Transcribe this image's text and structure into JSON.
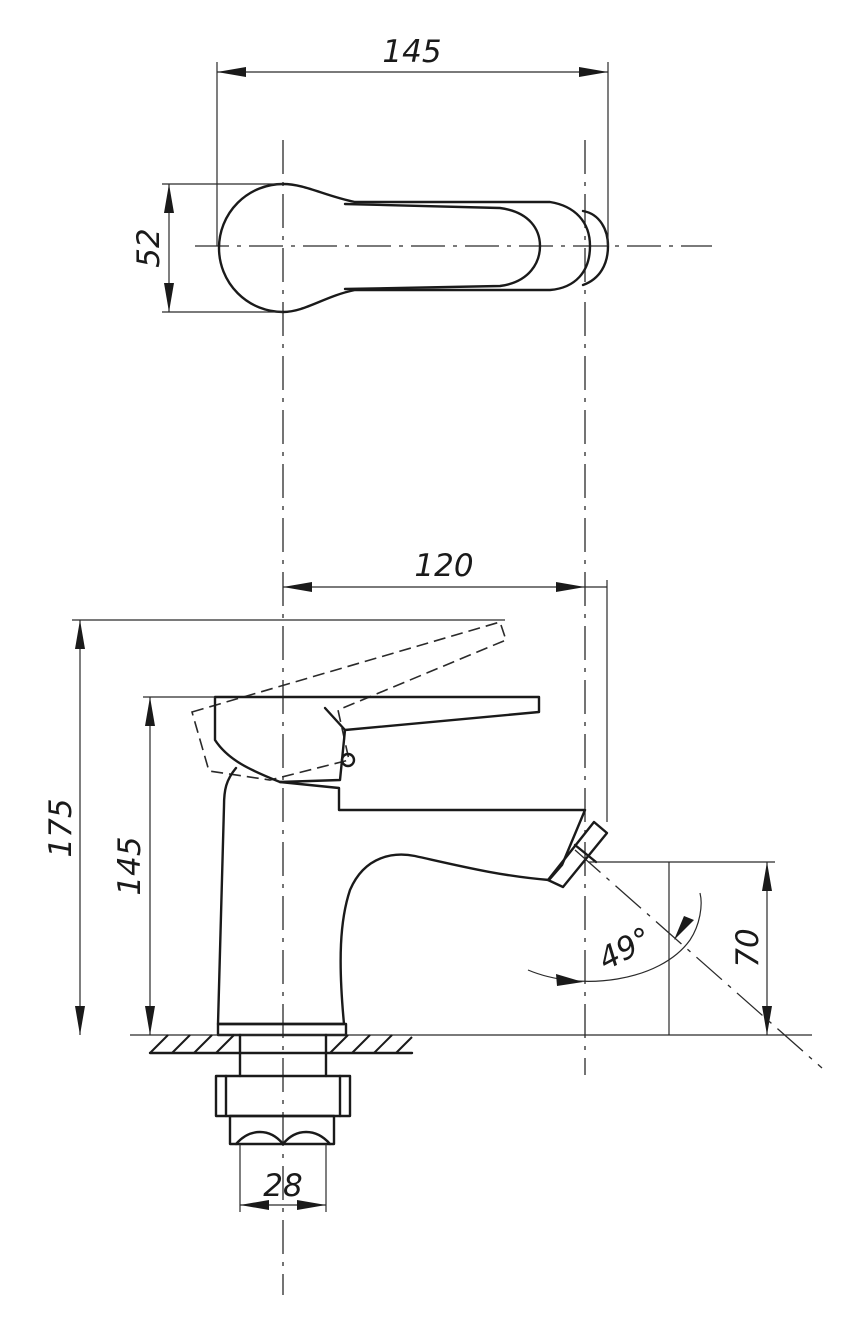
{
  "dimensions": {
    "top_width": "145",
    "top_depth": "52",
    "spout_reach": "120",
    "height_max": "175",
    "body_height": "145",
    "outlet_height": "70",
    "spray_angle": "49°",
    "thread_diameter": "28"
  }
}
